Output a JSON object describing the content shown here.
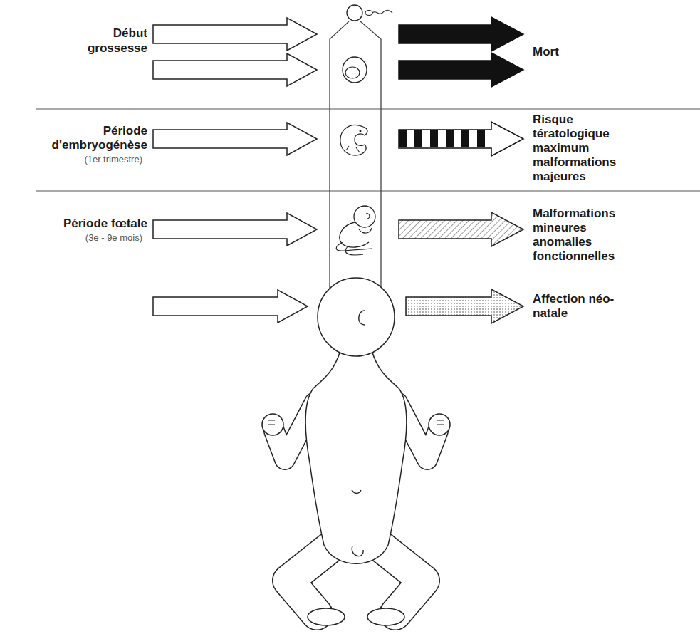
{
  "diagram": {
    "labels": [
      "Début grossesse",
      "Mort",
      "Période d'embryogénèse",
      "(1er trimestre)",
      "Risque tératologique maximum malformations majeures",
      "Période fœtale",
      "(3e - 9e mois)",
      "Malformations mineures anomalies fonctionnelles",
      "Affection néo-natale"
    ]
  }
}
